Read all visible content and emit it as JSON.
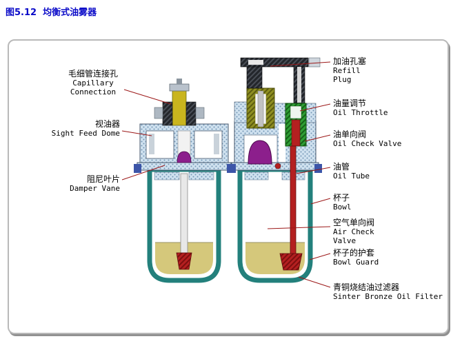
{
  "figure": {
    "title": "图5.12  均衡式油雾器"
  },
  "labels": {
    "capillary": {
      "zh": "毛细管连接孔",
      "en1": "Capillary",
      "en2": "Connection"
    },
    "sight": {
      "zh": "视油器",
      "en": "Sight Feed Dome"
    },
    "damper": {
      "zh": "阻尼叶片",
      "en": "Damper Vane"
    },
    "refill": {
      "zh": "加油孔塞",
      "en1": "Refill",
      "en2": "Plug"
    },
    "throttle": {
      "zh": "油量调节",
      "en": "Oil Throttle"
    },
    "oil_check": {
      "zh": "油单向阀",
      "en": "Oil Check Valve"
    },
    "oil_tube": {
      "zh": "油管",
      "en": "Oil Tube"
    },
    "bowl": {
      "zh": "杯子",
      "en": "Bowl"
    },
    "air_check": {
      "zh": "空气单向阀",
      "en1": "Air Check",
      "en2": "Valve"
    },
    "bowl_guard": {
      "zh": "杯子的护套",
      "en": "Bowl Guard"
    },
    "filter": {
      "zh": "青铜烧结油过滤器",
      "en": "Sinter Bronze Oil Filter"
    }
  },
  "colors": {
    "title": "#0a0ac8",
    "leader": "#9b1616",
    "panel_border": "#b9b9b9",
    "housing": "#cfe1ef",
    "housing_dot": "#7396b4",
    "bowl": "#23807c",
    "oil": "#d5c87b",
    "tube": "#b42020",
    "tube_dark": "#7c0f0f",
    "valve_green": "#2f9e35",
    "valve_green_dark": "#166219",
    "olive": "#8f8f22",
    "olive_dark": "#5c5c10",
    "magenta": "#8c1f8c",
    "bolt": "#3c55a8",
    "brass": "#c9b51e"
  }
}
